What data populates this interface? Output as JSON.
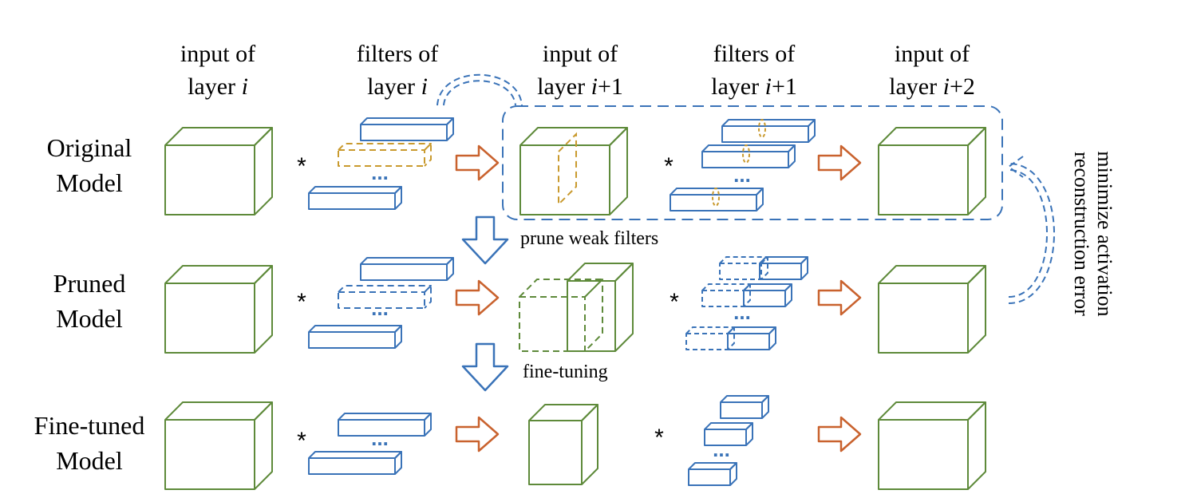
{
  "columns": [
    {
      "line1": "input of",
      "line2_prefix": "layer ",
      "line2_var": "i",
      "line2_suffix": ""
    },
    {
      "line1": "filters of",
      "line2_prefix": "layer ",
      "line2_var": "i",
      "line2_suffix": ""
    },
    {
      "line1": "input of",
      "line2_prefix": "layer ",
      "line2_var": "i",
      "line2_suffix": "+1"
    },
    {
      "line1": "filters of",
      "line2_prefix": "layer ",
      "line2_var": "i",
      "line2_suffix": "+1"
    },
    {
      "line1": "input of",
      "line2_prefix": "layer ",
      "line2_var": "i",
      "line2_suffix": "+2"
    }
  ],
  "rows": [
    {
      "line1": "Original",
      "line2": "Model"
    },
    {
      "line1": "Pruned",
      "line2": "Model"
    },
    {
      "line1": "Fine-tuned",
      "line2": "Model"
    }
  ],
  "operator": "*",
  "ellipsis": "...",
  "steps": {
    "prune": "prune weak filters",
    "finetune": "fine-tuning"
  },
  "side_note": {
    "line1": "minimize activation",
    "line2": "reconstruction error"
  },
  "colors": {
    "feature_map": "#5e8a3a",
    "filter": "#3a73b8",
    "pruned_highlight": "#c99a2e",
    "arrow_orange": "#c9622e",
    "arrow_blue": "#3a73b8"
  }
}
